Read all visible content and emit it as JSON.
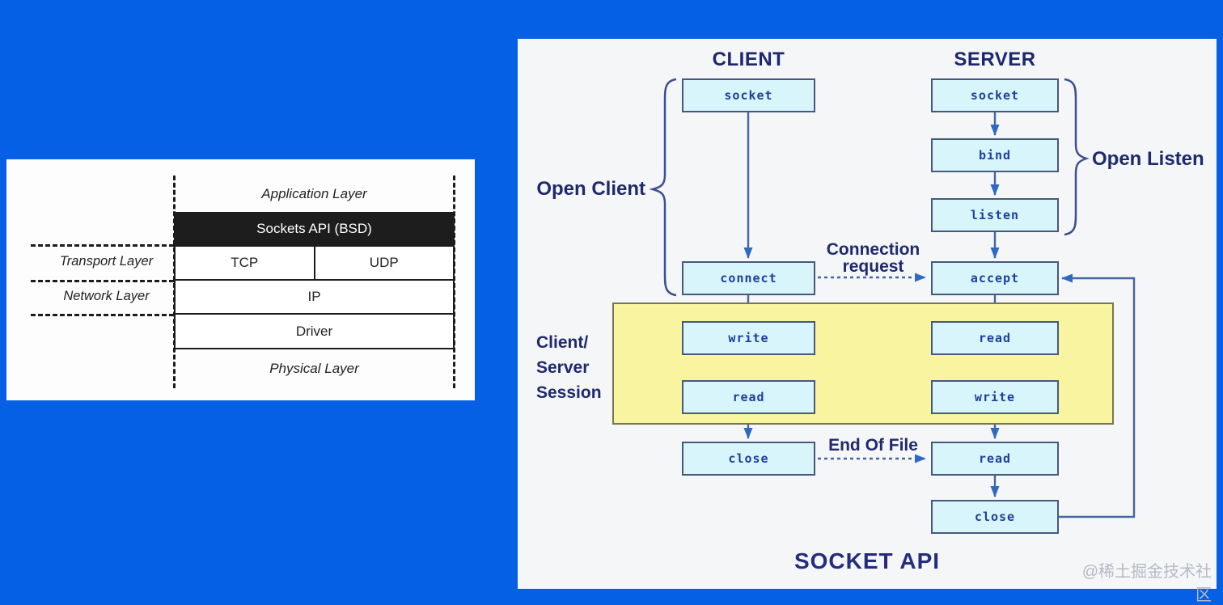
{
  "background_color": "#0560e6",
  "watermark": "@稀土掘金技术社区",
  "network_stack": {
    "application_layer": "Application Layer",
    "sockets_api": "Sockets API (BSD)",
    "tcp": "TCP",
    "udp": "UDP",
    "ip": "IP",
    "driver": "Driver",
    "physical_layer": "Physical Layer",
    "transport_layer": "Transport Layer",
    "network_layer": "Network Layer"
  },
  "socket_api": {
    "title": "SOCKET API",
    "client_header": "CLIENT",
    "server_header": "SERVER",
    "open_client": "Open Client",
    "open_listen": "Open Listen",
    "connection_request_line1": "Connection",
    "connection_request_line2": "request",
    "end_of_file": "End Of File",
    "session_line1": "Client/",
    "session_line2": "Server",
    "session_line3": "Session",
    "client": {
      "socket": "socket",
      "connect": "connect",
      "write": "write",
      "read": "read",
      "close": "close"
    },
    "server": {
      "socket": "socket",
      "bind": "bind",
      "listen": "listen",
      "accept": "accept",
      "read1": "read",
      "write": "write",
      "read2": "read",
      "close": "close"
    },
    "colors": {
      "box_fill": "#d9f5fc",
      "box_border": "#46597c",
      "arrow": "#2f6ac2",
      "session_fill": "#f8f4a0",
      "label_navy": "#1f2a6d",
      "background_blue": "#0560e6"
    }
  }
}
